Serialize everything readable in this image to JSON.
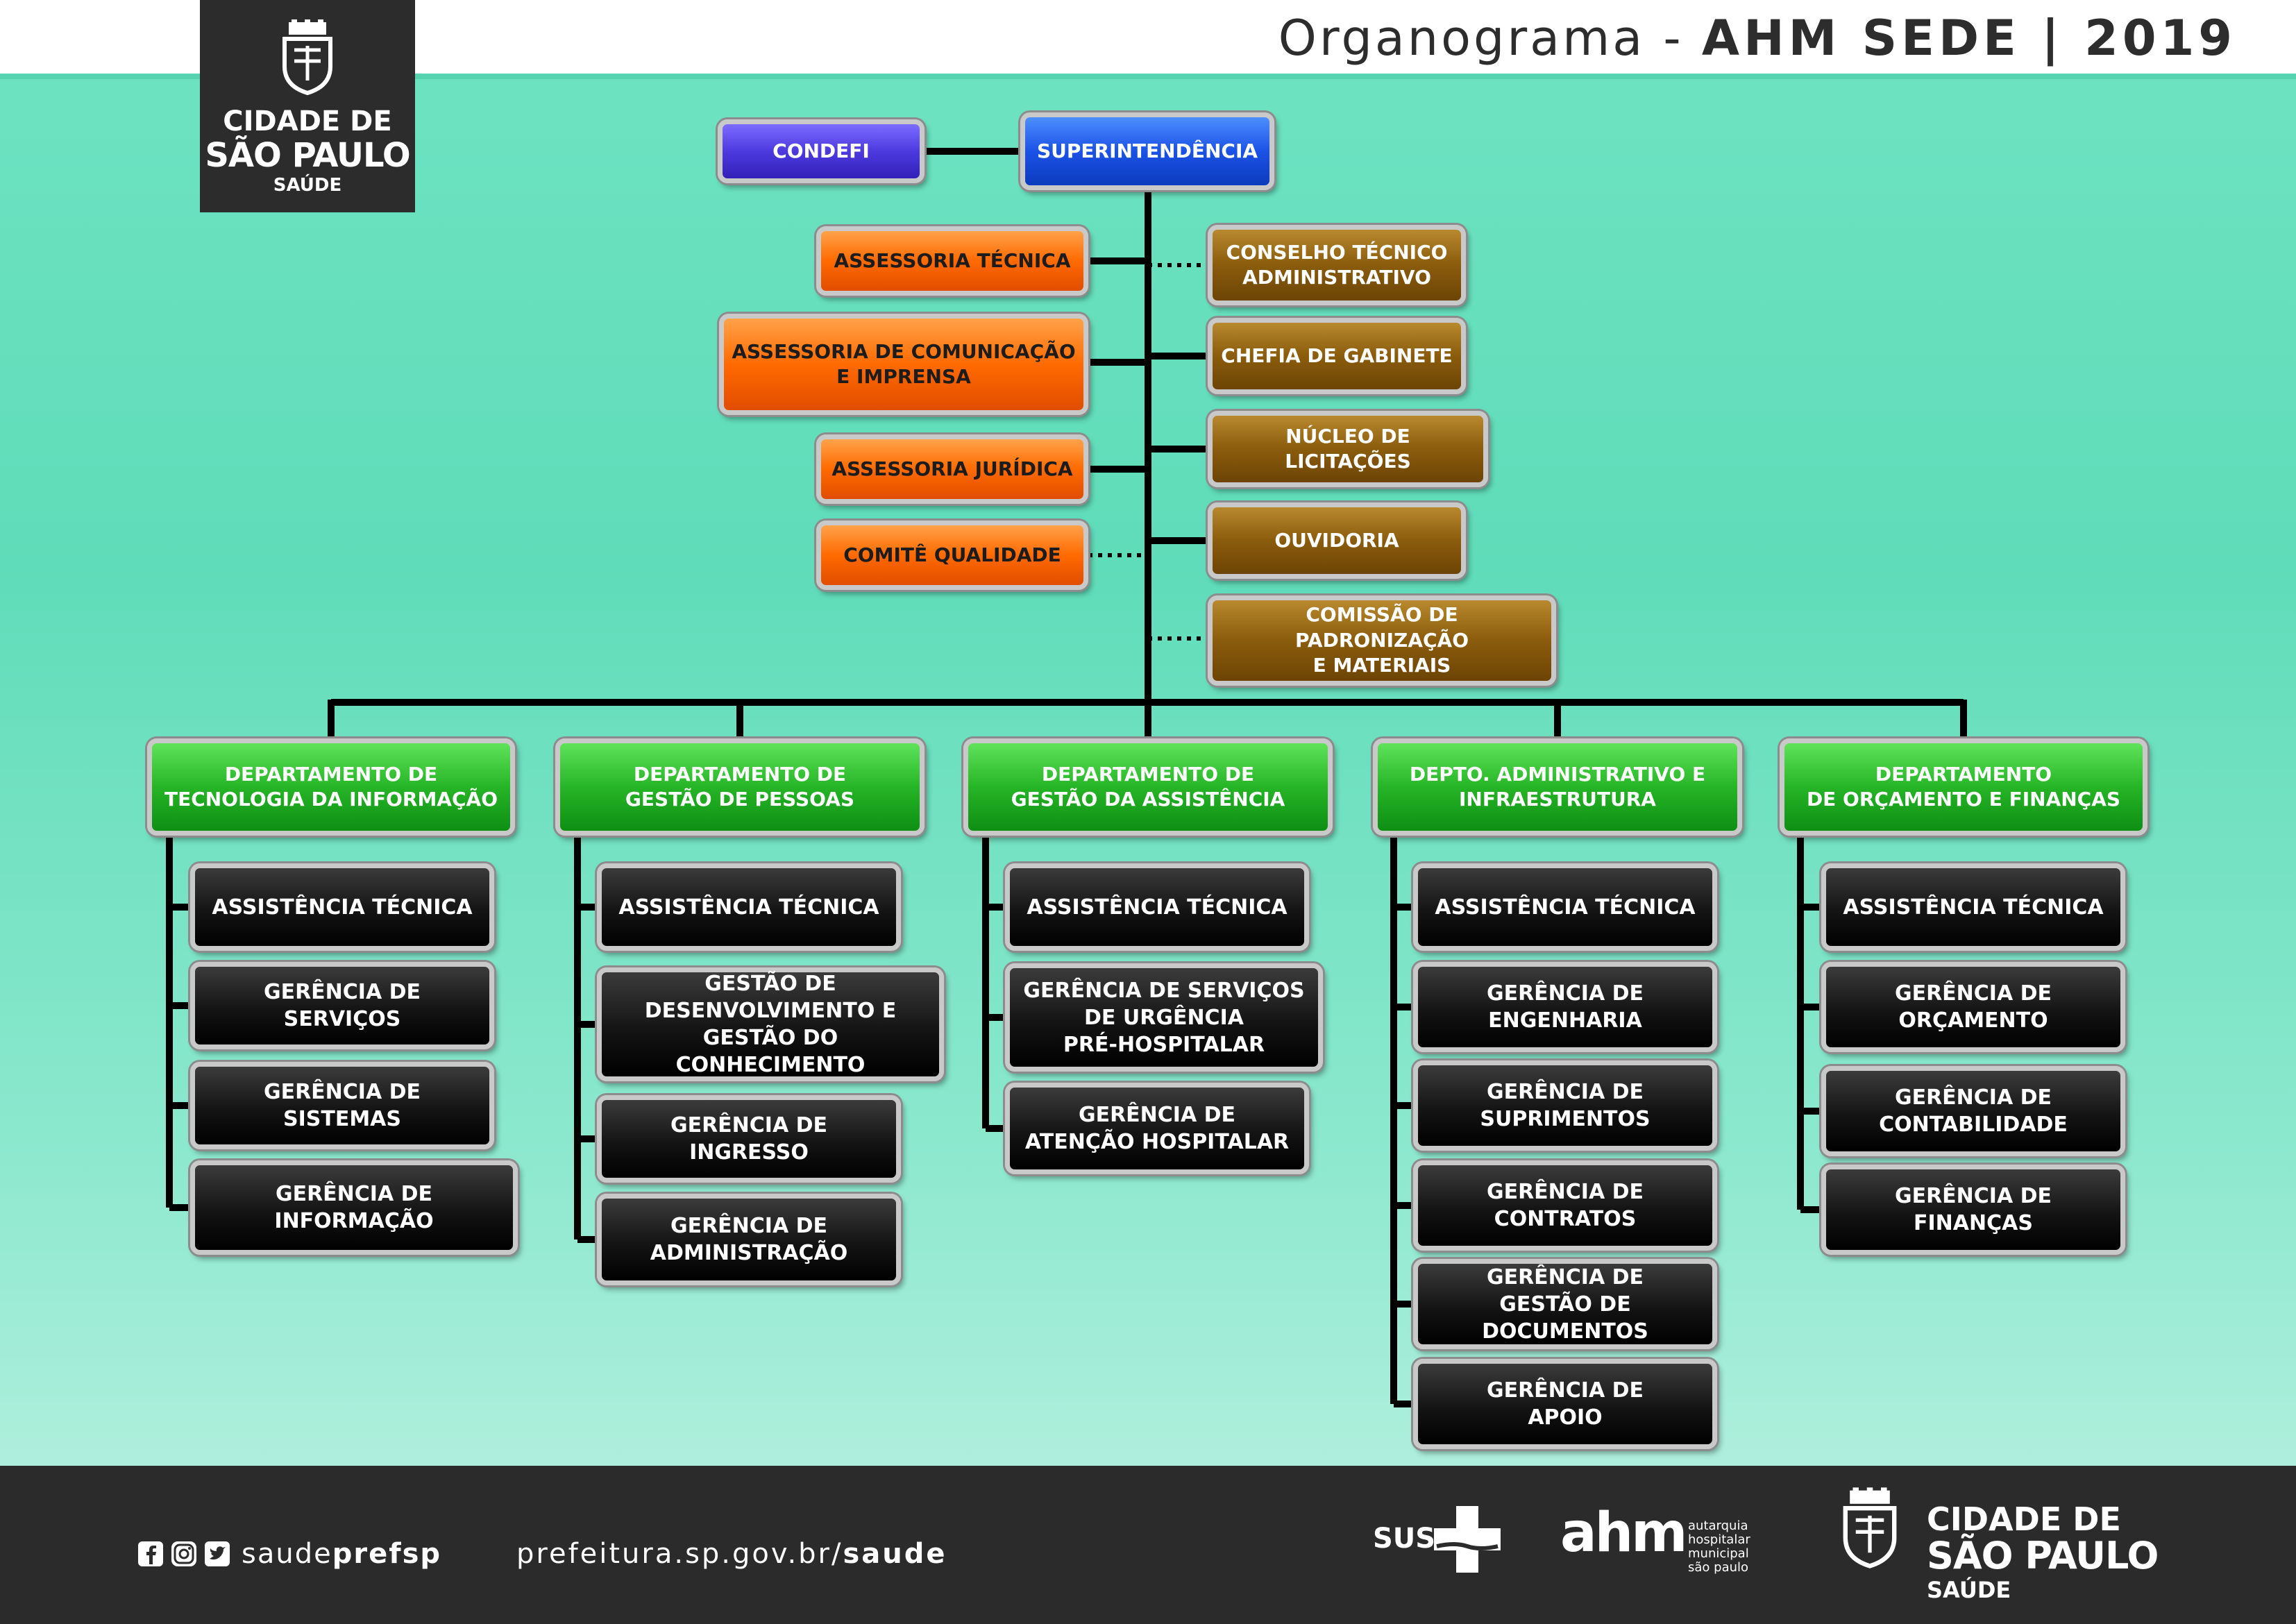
{
  "header": {
    "title_light": "Organograma - ",
    "title_bold": "AHM SEDE | 2019"
  },
  "logo": {
    "line1": "CIDADE DE",
    "line2": "SÃO PAULO",
    "line3": "SAÚDE"
  },
  "top": {
    "condefi": "CONDEFI",
    "superintendencia": "SUPERINTENDÊNCIA",
    "left": [
      "ASSESSORIA TÉCNICA",
      "ASSESSORIA DE COMUNICAÇÃO\nE IMPRENSA",
      "ASSESSORIA JURÍDICA",
      "COMITÊ QUALIDADE"
    ],
    "right": [
      "CONSELHO TÉCNICO\nADMINISTRATIVO",
      "CHEFIA DE GABINETE",
      "NÚCLEO DE LICITAÇÕES",
      "OUVIDORIA",
      "COMISSÃO DE PADRONIZAÇÃO\nE MATERIAIS"
    ]
  },
  "departments": [
    {
      "name": "DEPARTAMENTO DE\nTECNOLOGIA DA INFORMAÇÃO",
      "units": [
        "ASSISTÊNCIA TÉCNICA",
        "GERÊNCIA DE SERVIÇOS",
        "GERÊNCIA DE SISTEMAS",
        "GERÊNCIA DE INFORMAÇÃO"
      ]
    },
    {
      "name": "DEPARTAMENTO DE\nGESTÃO DE PESSOAS",
      "units": [
        "ASSISTÊNCIA TÉCNICA",
        "GESTÃO DE\nDESENVOLVIMENTO E\nGESTÃO DO CONHECIMENTO",
        "GERÊNCIA DE INGRESSO",
        "GERÊNCIA DE\nADMINISTRAÇÃO"
      ]
    },
    {
      "name": "DEPARTAMENTO DE\nGESTÃO DA ASSISTÊNCIA",
      "units": [
        "ASSISTÊNCIA TÉCNICA",
        "GERÊNCIA DE SERVIÇOS\nDE URGÊNCIA\nPRÉ-HOSPITALAR",
        "GERÊNCIA DE\nATENÇÃO HOSPITALAR"
      ]
    },
    {
      "name": "DEPTO. ADMINISTRATIVO E\nINFRAESTRUTURA",
      "units": [
        "ASSISTÊNCIA TÉCNICA",
        "GERÊNCIA DE\nENGENHARIA",
        "GERÊNCIA DE\nSUPRIMENTOS",
        "GERÊNCIA DE\nCONTRATOS",
        "GERÊNCIA DE\nGESTÃO DE DOCUMENTOS",
        "GERÊNCIA DE\nAPOIO"
      ]
    },
    {
      "name": "DEPARTAMENTO\nDE ORÇAMENTO E FINANÇAS",
      "units": [
        "ASSISTÊNCIA TÉCNICA",
        "GERÊNCIA DE\nORÇAMENTO",
        "GERÊNCIA DE\nCONTABILIDADE",
        "GERÊNCIA DE\nFINANÇAS"
      ]
    }
  ],
  "footer": {
    "social_handle_light": "saude",
    "social_handle_bold": "prefsp",
    "url_light": "prefeitura.sp.gov.br/",
    "url_bold": "saude",
    "sus": "SUS",
    "ahm": "ahm",
    "ahm_sub": [
      "autarquia",
      "hospitalar",
      "municipal",
      "são paulo"
    ],
    "city1": "CIDADE DE",
    "city2": "SÃO PAULO",
    "city3": "SAÚDE"
  }
}
